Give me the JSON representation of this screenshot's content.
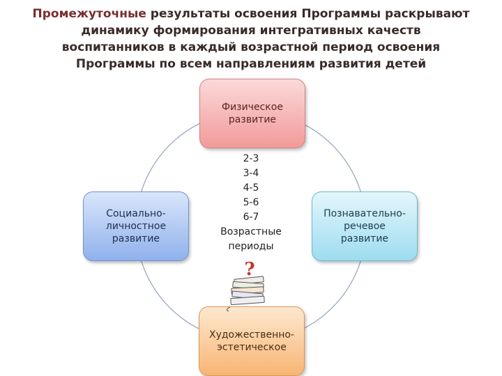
{
  "title": {
    "part1": "Промежуточные",
    "part2": " результаты освоения Программы раскрывают динамику формирования интегративных качеств воспитанников в каждый возрастной период освоения Программы по всем направлениям развития детей"
  },
  "nodes": {
    "top": "Физическое\nразвитие",
    "left": "Социально-\nличностное\nразвитие",
    "right": "Познавательно-\nречевое\nразвитие",
    "bottom": "Художественно-\nэстетическое"
  },
  "center": {
    "ages": [
      "2-3",
      "3-4",
      "4-5",
      "5-6",
      "6-7"
    ],
    "label": "Возрастные\nпериоды"
  },
  "decor": {
    "question_mark": "?"
  },
  "colors": {
    "top": "#f29a9a",
    "left": "#8fb1ec",
    "right": "#9edcf0",
    "bottom": "#f8b574",
    "ring": "#9aa8c0"
  }
}
